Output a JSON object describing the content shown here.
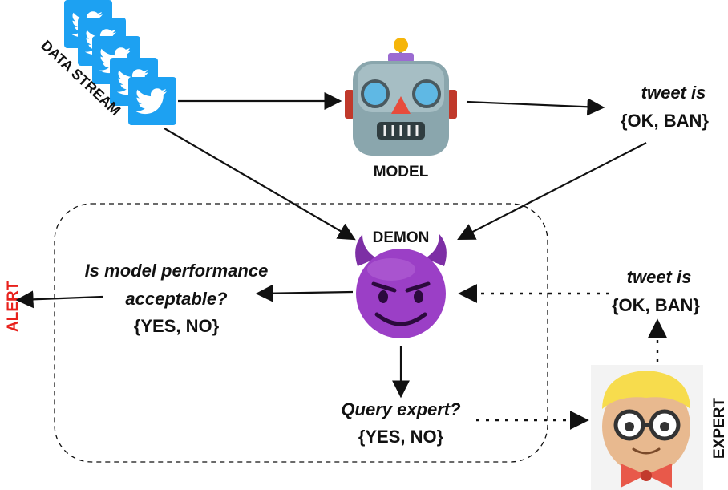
{
  "data_stream": {
    "label": "DATA STREAM",
    "icon": "twitter-bird-icon",
    "color": "#1da1f2"
  },
  "model": {
    "label": "MODEL",
    "icon": "robot-icon"
  },
  "model_output": {
    "line1": "tweet is",
    "line2": "{OK, BAN}"
  },
  "demon": {
    "label": "DEMON",
    "icon": "smiling-imp-icon",
    "color": "#8e44ad"
  },
  "performance_question": {
    "line1": "Is model  performance",
    "line2": "acceptable?",
    "line3": "{YES, NO}"
  },
  "alert": {
    "label": "ALERT",
    "color": "#e8211c"
  },
  "query_question": {
    "line1": "Query expert?",
    "line2": "{YES, NO}"
  },
  "expert_output": {
    "line1": "tweet is",
    "line2": "{OK, BAN}"
  },
  "expert": {
    "label": "EXPERT",
    "icon": "nerd-face-icon"
  }
}
